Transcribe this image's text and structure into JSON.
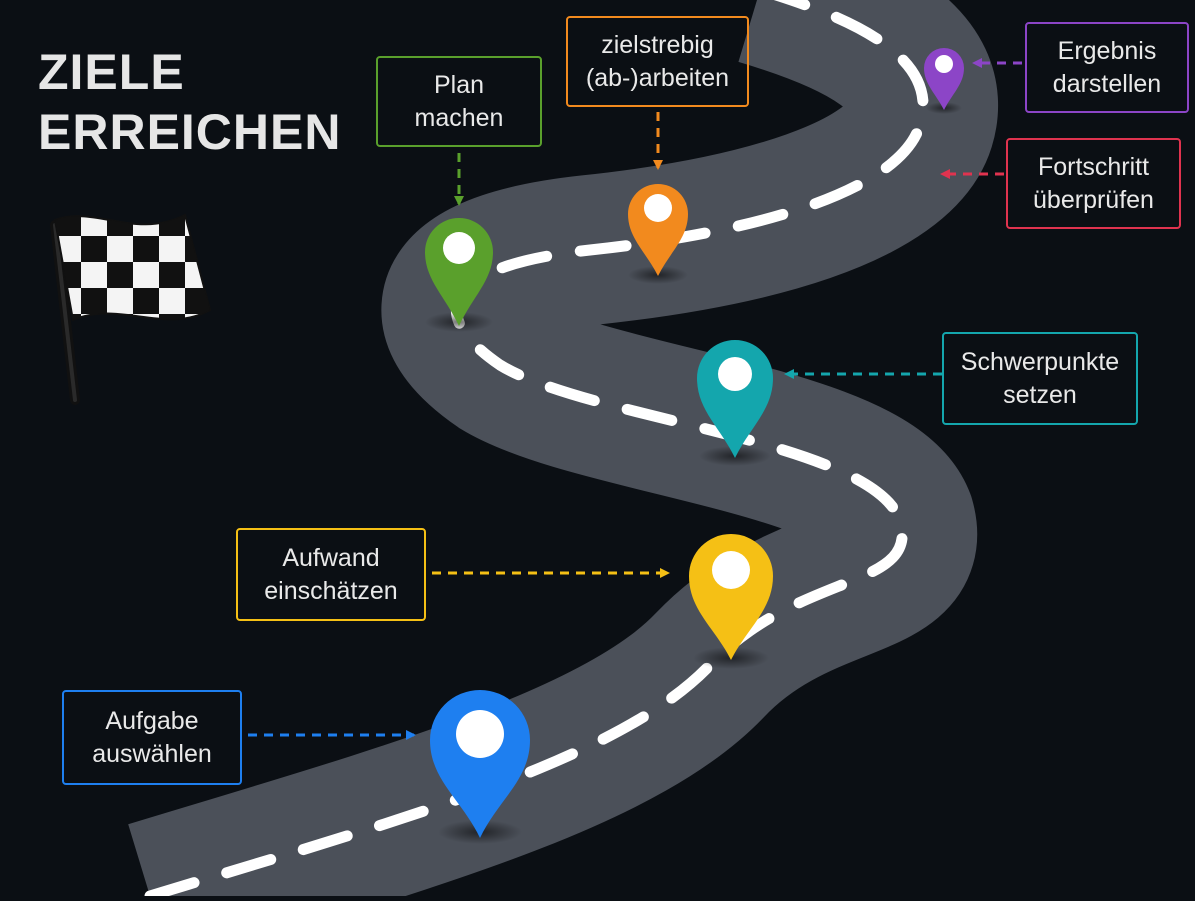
{
  "title": {
    "line1": "ZIELE",
    "line2": "ERREICHEN"
  },
  "colors": {
    "background": "#0b0f14",
    "road": "#4b5059",
    "road_marking": "#ffffff",
    "blue": "#1e7ff0",
    "yellow": "#f5c015",
    "teal": "#14a6ad",
    "green": "#5aa02c",
    "orange": "#f28a1e",
    "red": "#e0334f",
    "purple": "#8c45c7"
  },
  "steps": [
    {
      "id": "aufgabe",
      "line1": "Aufgabe",
      "line2": "auswählen",
      "color": "#1e7ff0"
    },
    {
      "id": "aufwand",
      "line1": "Aufwand",
      "line2": "einschätzen",
      "color": "#f5c015"
    },
    {
      "id": "schwerpunkte",
      "line1": "Schwerpunkte",
      "line2": "setzen",
      "color": "#14a6ad"
    },
    {
      "id": "plan",
      "line1": "Plan",
      "line2": "machen",
      "color": "#5aa02c"
    },
    {
      "id": "zielstrebig",
      "line1": "zielstrebig",
      "line2": "(ab-)arbeiten",
      "color": "#f28a1e"
    },
    {
      "id": "fortschritt",
      "line1": "Fortschritt",
      "line2": "überprüfen",
      "color": "#e0334f"
    },
    {
      "id": "ergebnis",
      "line1": "Ergebnis",
      "line2": "darstellen",
      "color": "#8c45c7"
    }
  ],
  "icons": {
    "finish": "checkered-flag-icon",
    "marker": "map-pin-icon"
  }
}
